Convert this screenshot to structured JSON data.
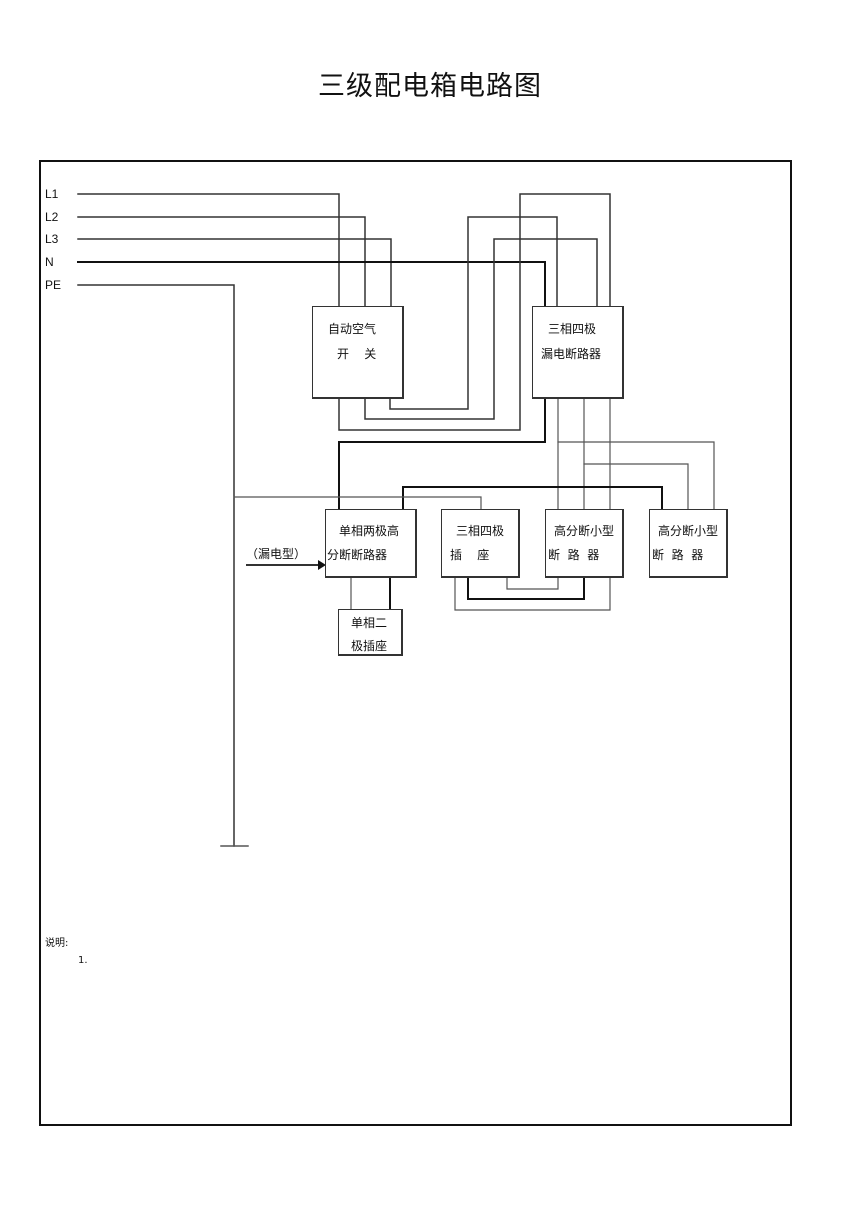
{
  "title": "三级配电箱电路图",
  "bus_labels": [
    "L1",
    "L2",
    "L3",
    "N",
    "PE"
  ],
  "boxes": {
    "main_switch": {
      "line1": "自动空气",
      "line2": "开    关"
    },
    "rcd_main": {
      "line1": "三相四极",
      "line2": "漏电断路器"
    },
    "single_phase_breaker": {
      "line1": "单相两极高",
      "line2": "分断断路器"
    },
    "three_phase_socket": {
      "line1": "三相四极",
      "line2": "插    座"
    },
    "mcb_1": {
      "line1": "高分断小型",
      "line2": "断  路  器"
    },
    "mcb_2": {
      "line1": "高分断小型",
      "line2": "断  路  器"
    },
    "single_phase_socket": {
      "line1": "单相二",
      "line2": "极插座"
    }
  },
  "leakage_annotation": "（漏电型）",
  "notes": {
    "heading": "说明:",
    "item_1": "1."
  }
}
